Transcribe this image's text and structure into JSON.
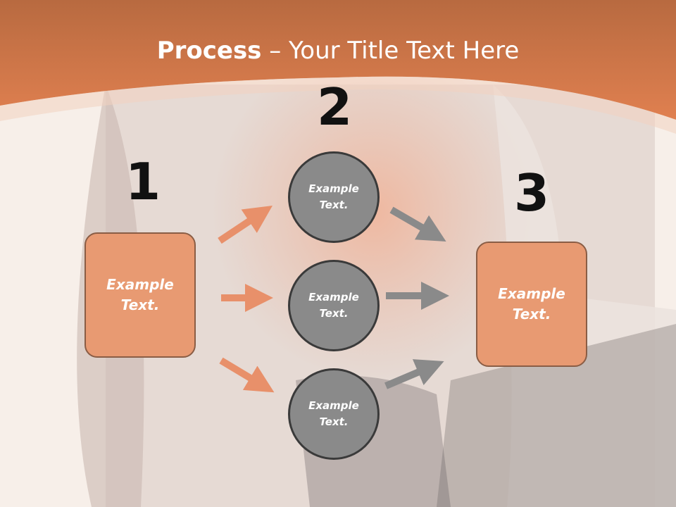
{
  "title": {
    "bold": "Process",
    "rest": " – Your Title Text Here"
  },
  "steps": [
    {
      "number": "1",
      "text": "Example\nText."
    },
    {
      "number": "2",
      "text": "Example\nText."
    },
    {
      "number": "3",
      "text": "Example\nText."
    }
  ],
  "circles": [
    {
      "text": "Example\nText."
    },
    {
      "text": "Example\nText."
    },
    {
      "text": "Example\nText."
    }
  ],
  "colors": {
    "header": "#dd7a4c",
    "box_fill": "#e89a72",
    "box_border": "#8a5d45",
    "circle_fill": "#8a8a8a",
    "circle_border": "#3a3a3a",
    "arrow_orange": "#e8906a",
    "arrow_gray": "#8a8a8a"
  }
}
